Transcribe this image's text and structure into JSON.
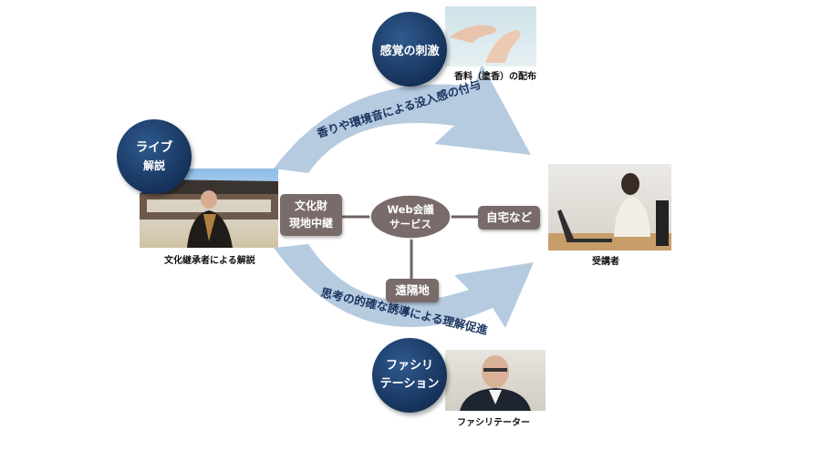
{
  "arrows": {
    "top_label": "香りや環境音による没入感の付与",
    "bottom_label": "思考の的確な誘導による理解促進"
  },
  "hub": {
    "line1": "Web会議",
    "line2": "サービス"
  },
  "nodes": {
    "site": {
      "line1": "文化財",
      "line2": "現地中継"
    },
    "home": {
      "label": "自宅など"
    },
    "remote": {
      "label": "遠隔地"
    }
  },
  "badges": {
    "sensory": {
      "label": "感覚の刺激"
    },
    "live": {
      "line1": "ライブ",
      "line2": "解説"
    },
    "facilitation": {
      "line1": "ファシリ",
      "line2": "テーション"
    }
  },
  "captions": {
    "incense": "香料（塗香）の配布",
    "commentator": "文化継承者による解説",
    "participant": "受講者",
    "facilitator": "ファシリテーター"
  },
  "colors": {
    "arrow": "#b6cbe0",
    "node": "#7a6b6b",
    "badge": "#1d3c6a"
  }
}
